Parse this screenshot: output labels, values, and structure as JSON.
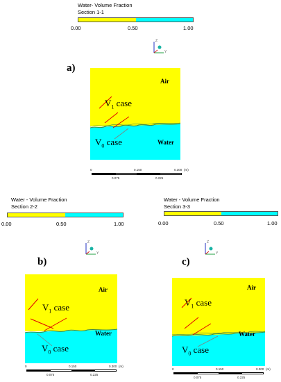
{
  "colors": {
    "air": "#ffff00",
    "water": "#00ffff",
    "interface": "#3a8a4a",
    "pointer": "#e00000",
    "leader": "#808080"
  },
  "panels": [
    {
      "letter": "a)",
      "legend_title_1": "Water- Volume Fraction",
      "legend_title_2": "Section 1-1",
      "ticks": [
        "0.00",
        "0.50",
        "1.00"
      ],
      "air_label": "Air",
      "water_label": "Water",
      "v1_prefix": "V",
      "v1_sub": "1",
      "v1_suffix": " case",
      "v0_prefix": "V",
      "v0_sub": "0",
      "v0_suffix": " case",
      "scale_top": [
        "0",
        "0.150",
        "0.300",
        "(m)"
      ],
      "scale_bottom": [
        "0.075",
        "0.225"
      ],
      "axis_z": "Z",
      "axis_y": "Y"
    },
    {
      "letter": "b)",
      "legend_title_1": "Water - Volume Fraction",
      "legend_title_2": "Section  2-2",
      "ticks": [
        "0.00",
        "0.50",
        "1.00"
      ],
      "air_label": "Air",
      "water_label": "Water",
      "v1_prefix": "V",
      "v1_sub": "1",
      "v1_suffix": " case",
      "v0_prefix": "V",
      "v0_sub": "0",
      "v0_suffix": " case",
      "scale_top": [
        "0",
        "0.150",
        "0.300",
        "(m)"
      ],
      "scale_bottom": [
        "0.075",
        "0.225"
      ],
      "axis_z": "Z",
      "axis_y": "Y"
    },
    {
      "letter": "c)",
      "legend_title_1": "Water - Volume Fraction",
      "legend_title_2": "Section 3-3",
      "ticks": [
        "0.00",
        "0.50",
        "1.00"
      ],
      "air_label": "Air",
      "water_label": "Water",
      "v1_prefix": "V",
      "v1_sub": "1",
      "v1_suffix": " case",
      "v0_prefix": "V",
      "v0_sub": "0",
      "v0_suffix": " case",
      "scale_top": [
        "0",
        "0.150",
        "0.300",
        "(m)"
      ],
      "scale_bottom": [
        "0.075",
        "0.225"
      ],
      "axis_z": "Z",
      "axis_y": "Y"
    }
  ]
}
